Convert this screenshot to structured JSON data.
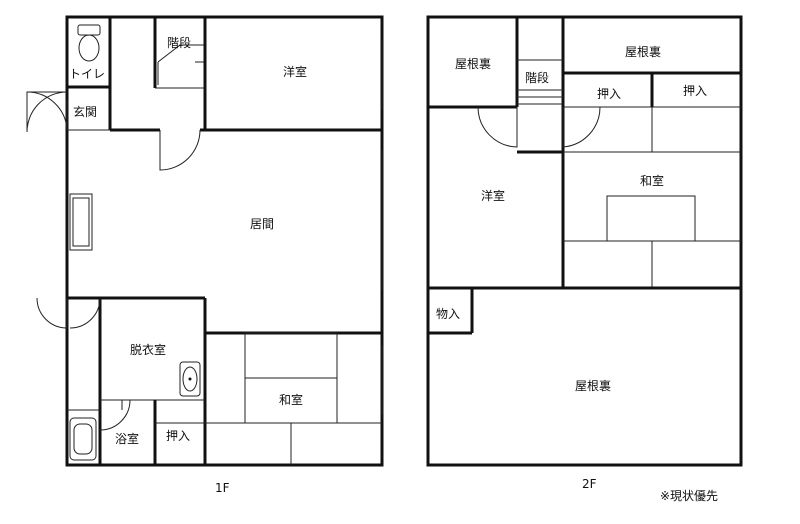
{
  "floor1": {
    "label": "1F",
    "rooms": {
      "toilet": "トイレ",
      "genkan": "玄関",
      "stairs": "階段",
      "western": "洋室",
      "living": "居間",
      "dressing": "脱衣室",
      "bath": "浴室",
      "closet": "押入",
      "japanese": "和室"
    }
  },
  "floor2": {
    "label": "2F",
    "rooms": {
      "attic_nw": "屋根裏",
      "stairs": "階段",
      "attic_ne": "屋根裏",
      "closet_a": "押入",
      "closet_b": "押入",
      "western": "洋室",
      "japanese": "和室",
      "storage": "物入",
      "attic_s": "屋根裏"
    }
  },
  "note": "※現状優先",
  "colors": {
    "line": "#111111",
    "background": "#ffffff"
  }
}
